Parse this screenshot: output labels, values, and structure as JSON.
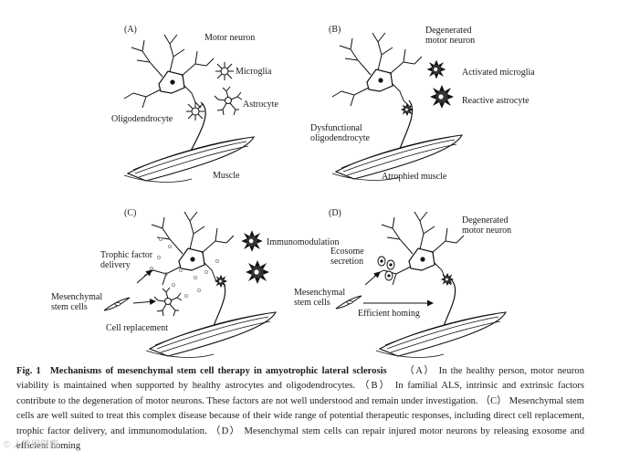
{
  "panels": {
    "a": {
      "label": "(A)",
      "motor_neuron": "Motor neuron",
      "microglia": "Microglia",
      "astrocyte": "Astrocyte",
      "oligodendrocyte": "Oligodendrocyte",
      "muscle": "Muscle"
    },
    "b": {
      "label": "(B)",
      "degenerated_line1": "Degenerated",
      "degenerated_line2": "motor neuron",
      "activated_microglia": "Activated microglia",
      "reactive_astrocyte": "Reactive astrocyte",
      "dysfunctional_line1": "Dysfunctional",
      "dysfunctional_line2": "oligodendrocyte",
      "atrophied_muscle": "Atrophied muscle"
    },
    "c": {
      "label": "(C)",
      "trophic_line1": "Trophic factor",
      "trophic_line2": "delivery",
      "immunomodulation": "Immunomodulation",
      "msc_line1": "Mesenchymal",
      "msc_line2": "stem cells",
      "cell_replacement": "Cell replacement"
    },
    "d": {
      "label": "(D)",
      "degenerated_line1": "Degenerated",
      "degenerated_line2": "motor neuron",
      "ecosome_line1": "Ecosome",
      "ecosome_line2": "secretion",
      "msc_line1": "Mesenchymal",
      "msc_line2": "stem cells",
      "efficient_homing": "Efficient homing"
    }
  },
  "caption": {
    "label": "Fig. 1",
    "title": "Mechanisms of mesenchymal stem cell therapy in amyotrophic lateral sclerosis",
    "body": "（A） In the healthy person, motor neuron viability is maintained when supported by healthy astrocytes and oligodendrocytes. （B） In familial ALS, intrinsic and extrinsic factors contribute to the degeneration of motor neurons. These factors are not well understood and remain under investigation. （C） Mesenchymal stem cells are well suited to treat this complex disease because of their wide range of potential therapeutic responses, including direct cell replacement, trophic factor delivery, and immunomodulation. （D） Mesenchymal stem cells can repair injured motor neurons by releasing exosome and efficient homing"
  },
  "watermark": "© 人民网健康"
}
